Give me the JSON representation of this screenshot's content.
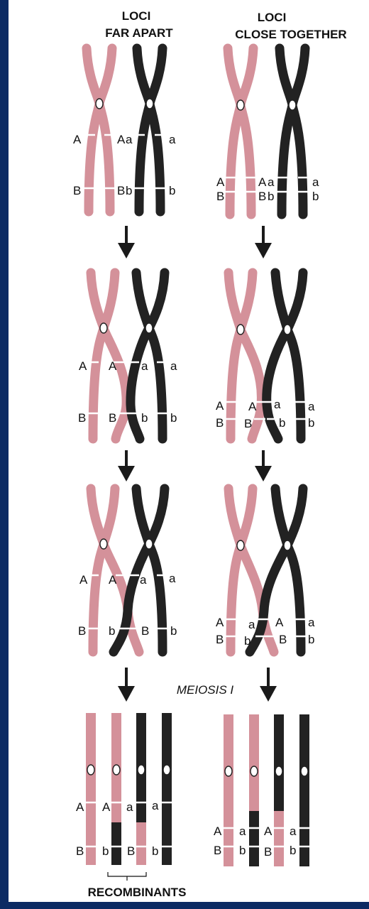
{
  "headers": {
    "left_line1": "LOCI",
    "left_line2": "FAR APART",
    "right_line1": "LOCI",
    "right_line2": "CLOSE TOGETHER"
  },
  "meiosis_label": "MEIOSIS I",
  "recombinants_label": "RECOMBINANTS",
  "allele_upper_dominant": "A",
  "allele_upper_recessive": "a",
  "allele_lower_dominant": "B",
  "allele_lower_recessive": "b",
  "colors": {
    "maternal": "#d4919a",
    "paternal": "#222222",
    "background": "#ffffff",
    "border": "#0b2a63"
  }
}
